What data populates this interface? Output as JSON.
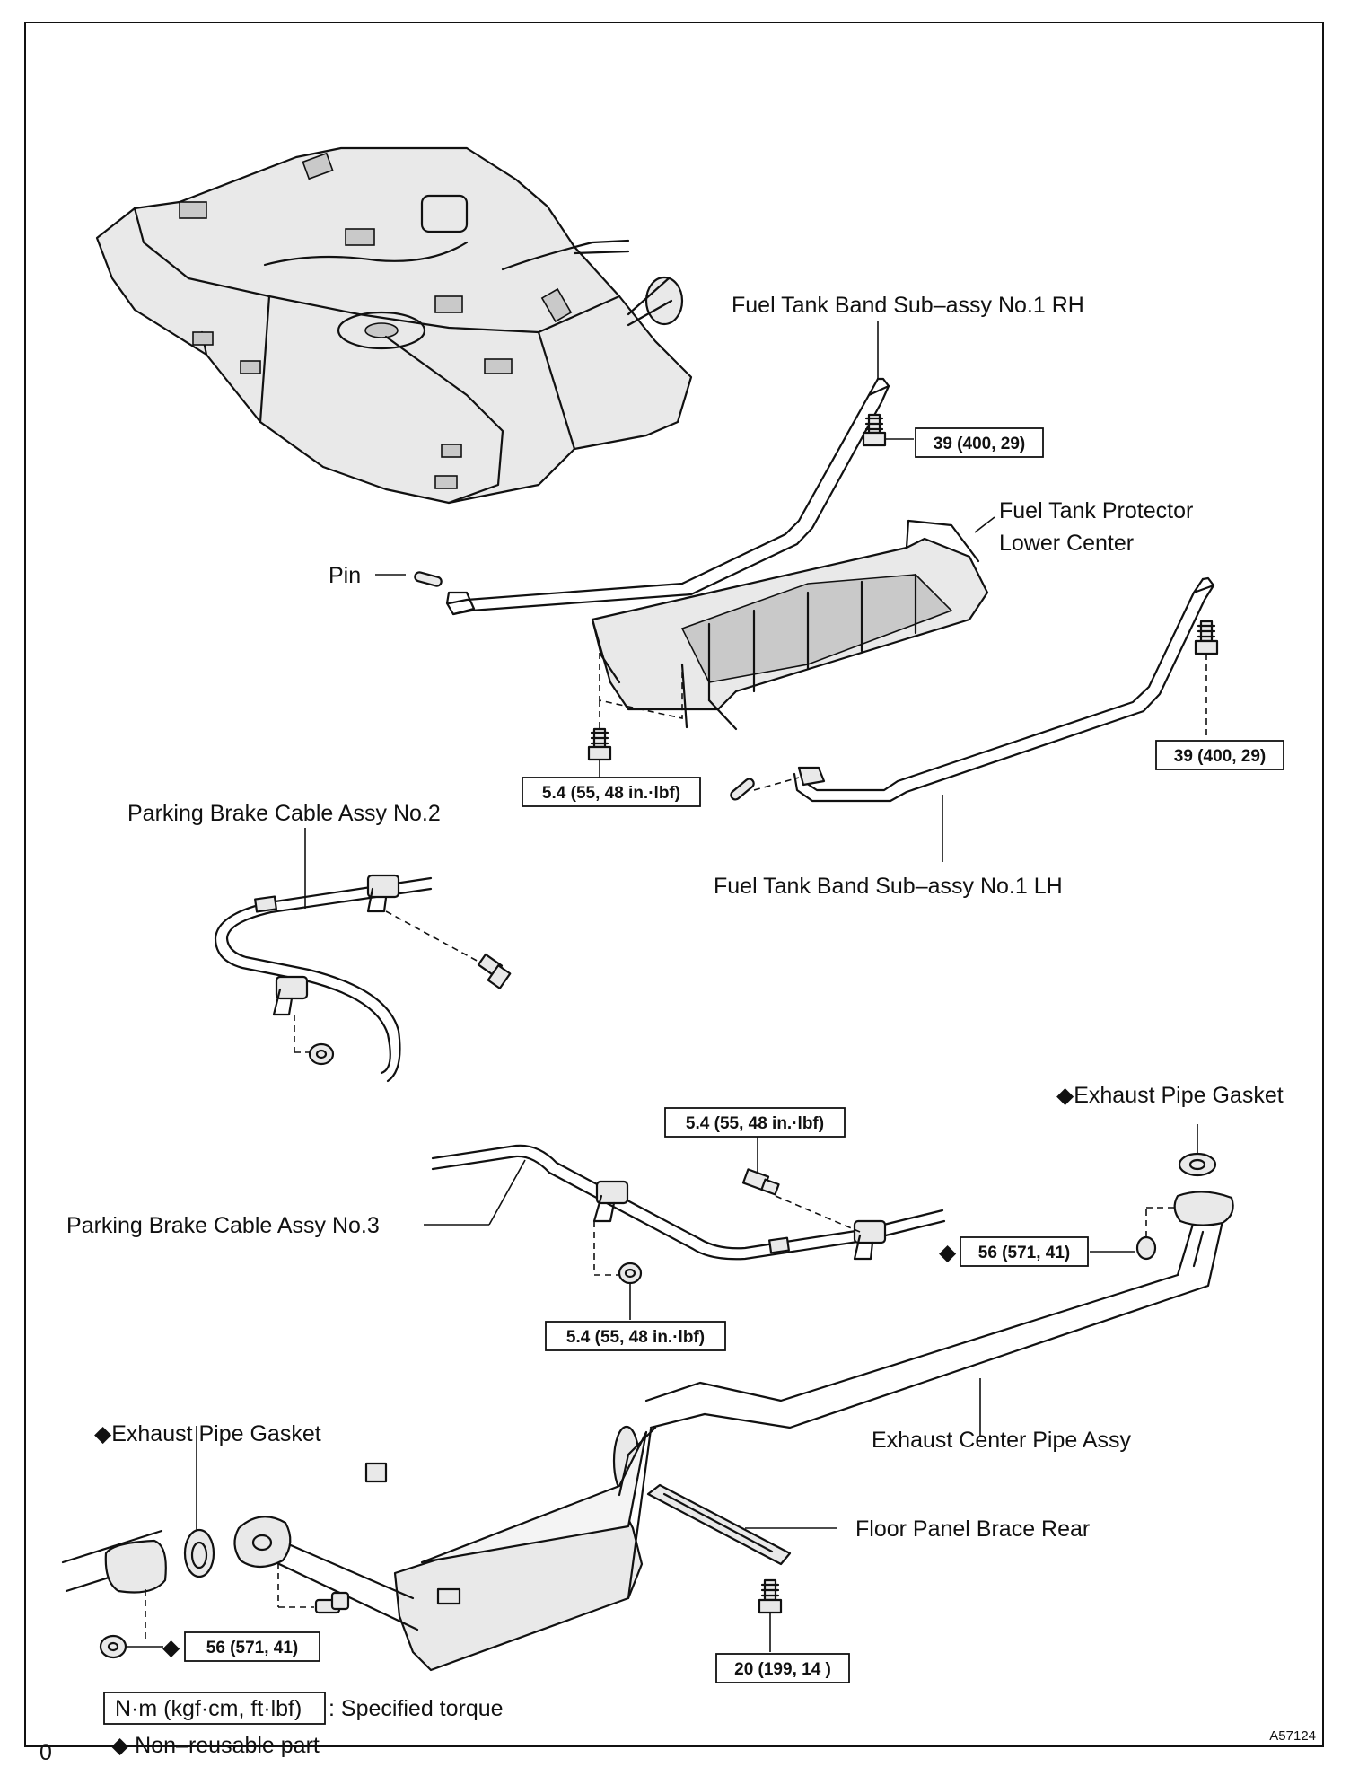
{
  "labels": {
    "band_rh": "Fuel Tank Band Sub–assy No.1 RH",
    "protector_line1": "Fuel  Tank  Protector",
    "protector_line2": "Lower Center",
    "pin": "Pin",
    "band_lh": "Fuel Tank Band Sub–assy No.1 LH",
    "cable_no2": "Parking Brake Cable Assy No.2",
    "cable_no3": "Parking Brake Cable Assy No.3",
    "gasket_right": "◆Exhaust Pipe Gasket",
    "gasket_left": "◆Exhaust Pipe Gasket",
    "center_pipe": "Exhaust Center Pipe Assy",
    "floor_brace": "Floor Panel Brace Rear"
  },
  "torques": {
    "band_rh_bolt": "39 (400, 29)",
    "band_lh_bolt": "39 (400, 29)",
    "protector_bolt": "5.4 (55, 48 in.·lbf)",
    "cable3_bolt_top": "5.4 (55, 48 in.·lbf)",
    "cable3_nut_bottom": "5.4 (55, 48 in.·lbf)",
    "exhaust_front_nut": "56 (571, 41)",
    "exhaust_rear_nut": "56 (571, 41)",
    "brace_bolt": "20 (199, 14 )"
  },
  "markers": {
    "diamond": "◆"
  },
  "legend": {
    "torque_unit_box": "N·m (kgf·cm, ft·lbf)",
    "torque_desc": ": Specified torque",
    "nonreusable": "◆ Non–reusable part"
  },
  "page": {
    "corner_mark": "0",
    "figure_code": "A57124"
  }
}
